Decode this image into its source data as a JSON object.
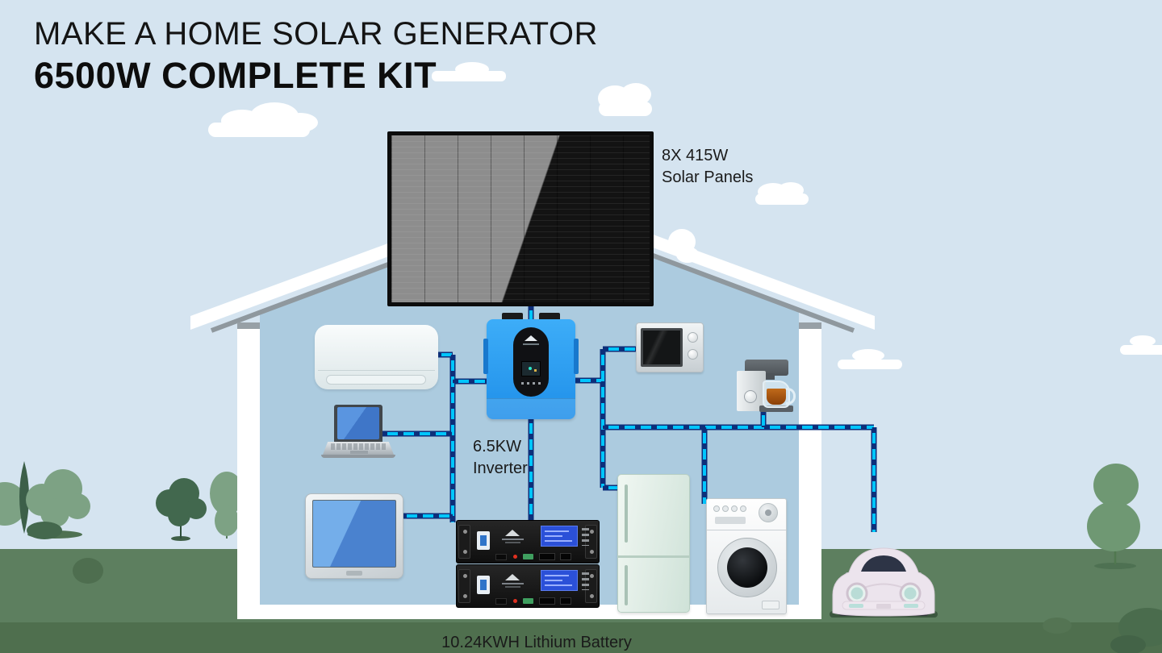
{
  "title": {
    "line1": "MAKE A HOME SOLAR GENERATOR",
    "line2": "6500W COMPLETE KIT"
  },
  "labels": {
    "solar_panels_line1": "8X 415W",
    "solar_panels_line2": "Solar Panels",
    "inverter_line1": "6.5KW",
    "inverter_line2": "Inverter",
    "battery": "10.24KWH Lithium Battery"
  },
  "diagram": {
    "type": "solar-kit-system-diagram",
    "kit_specs": {
      "system_power": "6500W",
      "solar_panels": {
        "count": "8X",
        "watts_each": "415W"
      },
      "inverter_power": "6.5KW",
      "battery_capacity": "10.24KWH",
      "battery_type": "Lithium"
    },
    "components": [
      {
        "id": "solar-panel-array",
        "label": "8X 415W Solar Panels",
        "location": "roof"
      },
      {
        "id": "inverter",
        "label": "6.5KW Inverter",
        "location": "wall-center"
      },
      {
        "id": "lithium-battery-stack",
        "label": "10.24KWH Lithium Battery",
        "location": "floor-center",
        "units": 2
      },
      {
        "id": "air-conditioner",
        "location": "wall-left"
      },
      {
        "id": "laptop",
        "location": "left"
      },
      {
        "id": "television",
        "location": "left-lower"
      },
      {
        "id": "microwave",
        "location": "wall-right"
      },
      {
        "id": "coffee-maker",
        "location": "right"
      },
      {
        "id": "refrigerator",
        "location": "floor-right"
      },
      {
        "id": "washing-machine",
        "location": "floor-right"
      },
      {
        "id": "electric-car",
        "location": "outside-right"
      }
    ],
    "connections": [
      {
        "from": "solar-panel-array",
        "to": "inverter"
      },
      {
        "from": "inverter",
        "to": "lithium-battery-stack"
      },
      {
        "from": "inverter",
        "to": "air-conditioner"
      },
      {
        "from": "inverter",
        "to": "laptop"
      },
      {
        "from": "inverter",
        "to": "television"
      },
      {
        "from": "inverter",
        "to": "microwave"
      },
      {
        "from": "inverter",
        "to": "coffee-maker"
      },
      {
        "from": "inverter",
        "to": "refrigerator"
      },
      {
        "from": "inverter",
        "to": "washing-machine"
      },
      {
        "from": "inverter",
        "to": "electric-car"
      }
    ],
    "wire_style": "dashed cyan/navy power lines"
  },
  "colors": {
    "sky": "#d5e4f0",
    "house_interior": "#accbdf",
    "house_outline": "#ffffff",
    "roof_shadow": "#8f989e",
    "grass": "#5d7f5f",
    "grass_dark": "#4f6f4e",
    "tree_light": "#7da284",
    "tree_dark": "#42684e",
    "wire_core": "#00c6ff",
    "wire_dash": "#0d2f7a",
    "inverter_blue": "#2b9ff2",
    "panel_gray": "#8d8d8d",
    "panel_black": "#131313",
    "text": "#111111"
  }
}
